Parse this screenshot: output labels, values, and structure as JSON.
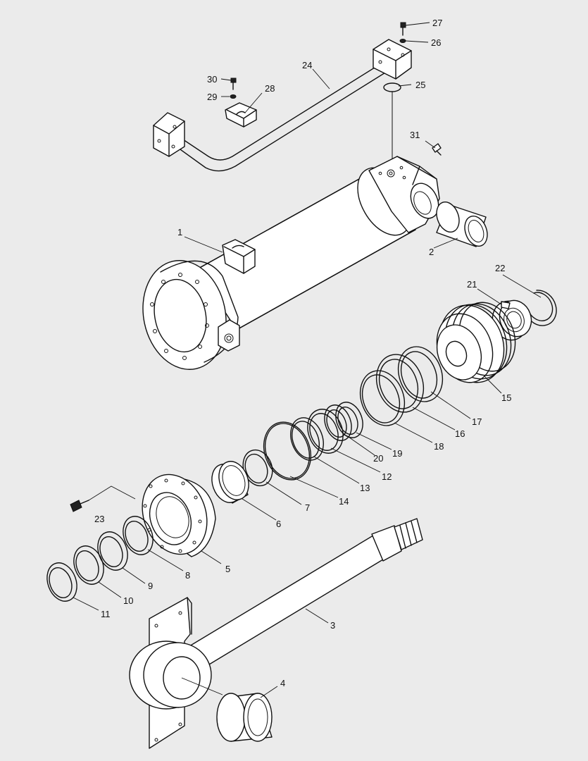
{
  "diagram": {
    "callouts": [
      "1",
      "2",
      "3",
      "4",
      "5",
      "6",
      "7",
      "8",
      "9",
      "10",
      "11",
      "12",
      "13",
      "14",
      "15",
      "16",
      "17",
      "18",
      "19",
      "20",
      "21",
      "22",
      "23",
      "24",
      "25",
      "26",
      "27",
      "28",
      "29",
      "30",
      "31"
    ]
  },
  "colors": {
    "background": "#ebebeb",
    "line": "#111111",
    "fill": "#ffffff"
  }
}
